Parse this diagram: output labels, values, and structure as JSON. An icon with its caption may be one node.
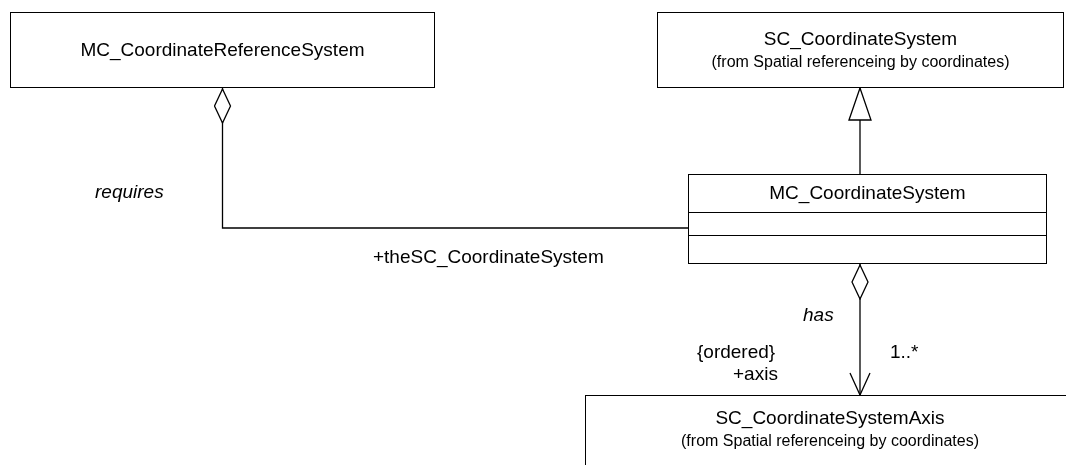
{
  "diagram": {
    "nodes": [
      {
        "text": [
          "MC_CoordinateReferenceSystem"
        ]
      },
      {
        "text": [
          "SC_CoordinateSystem",
          "(from Spatial referenceing by coordinates)"
        ]
      },
      {
        "text": [
          "MC_CoordinateSystem"
        ]
      },
      {
        "text": [
          "SC_CoordinateSystemAxis",
          "(from Spatial referenceing by coordinates)"
        ]
      }
    ],
    "edges": [
      {
        "from": 2,
        "to": 0,
        "arrow": "other",
        "label": "requires"
      },
      {
        "from": 2,
        "to": 1,
        "arrow": "to"
      },
      {
        "from": 2,
        "to": 3,
        "arrow": "to",
        "label": "has"
      }
    ],
    "labels": [
      "+theSC_CoordinateSystem",
      "{ordered}",
      "+axis",
      "1..*"
    ]
  }
}
